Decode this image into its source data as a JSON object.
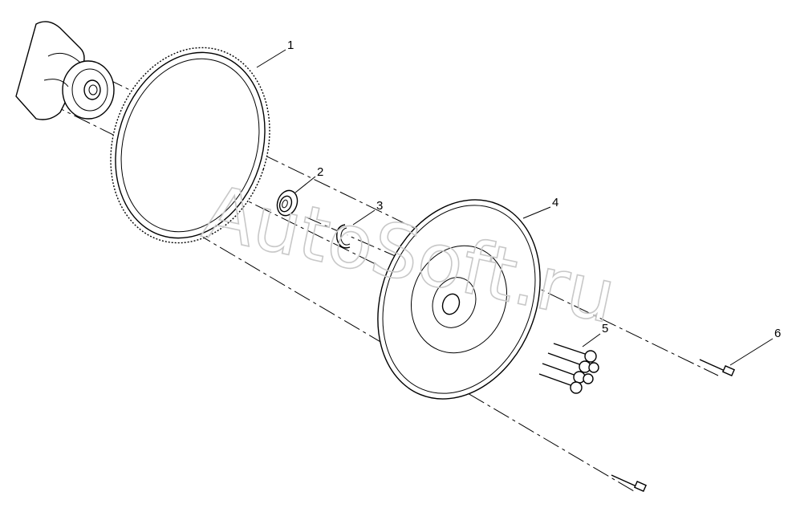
{
  "watermark": "AutoSoft.ru",
  "callouts": [
    {
      "id": "callout-1",
      "label": "1"
    },
    {
      "id": "callout-2",
      "label": "2"
    },
    {
      "id": "callout-3",
      "label": "3"
    },
    {
      "id": "callout-4",
      "label": "4"
    },
    {
      "id": "callout-5",
      "label": "5"
    },
    {
      "id": "callout-6",
      "label": "6"
    }
  ]
}
